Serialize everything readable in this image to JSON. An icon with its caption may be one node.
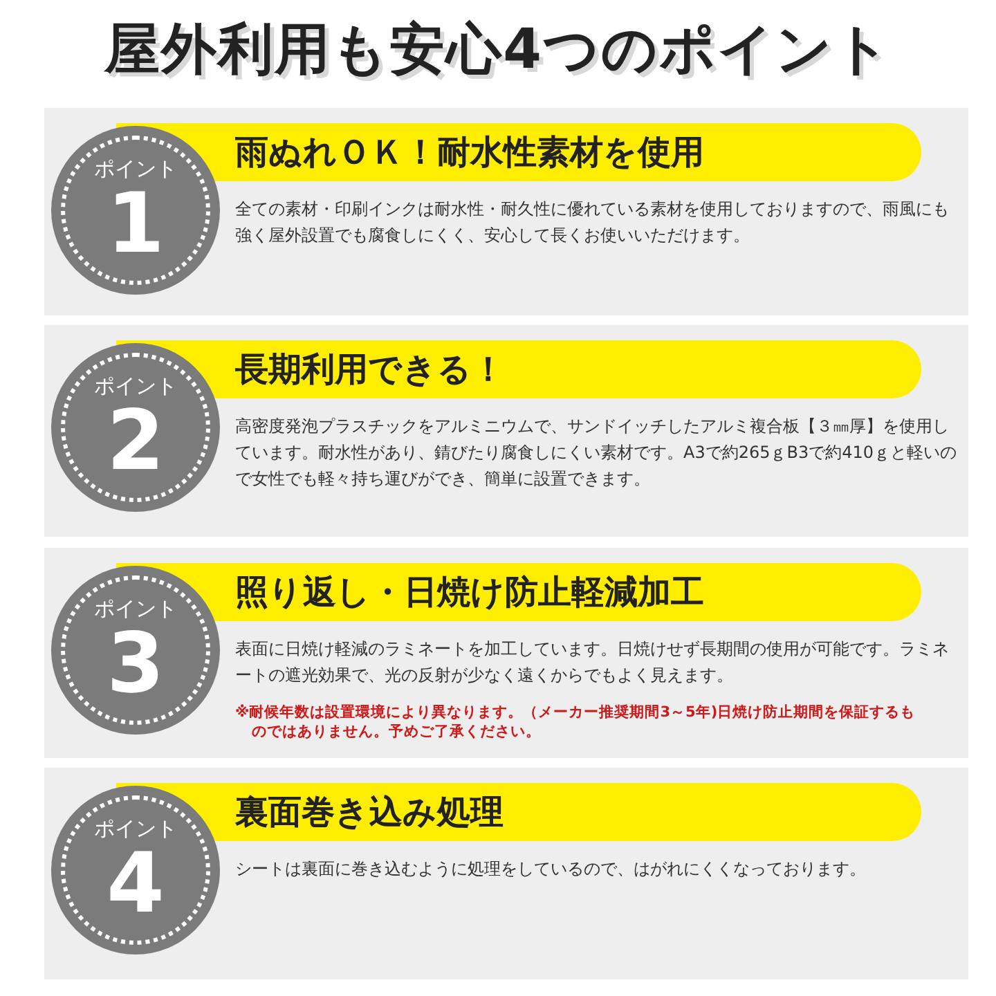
{
  "diagram": {
    "title": "屋外利用も安心4つのポイント",
    "nodes": [
      {
        "text": [
          "雨ぬれＯＫ！耐水性素材を使用",
          "全ての素材・印刷インクは耐水性・耐久性に優れている素材を使用しておりますので、雨風にも強く屋外設置でも腐食しにくく、安心して長くお使いいただけます。"
        ]
      },
      {
        "text": [
          "ポイント",
          "1"
        ],
        "in": 0
      },
      {
        "text": [
          "長期利用できる！",
          "高密度発泡プラスチックをアルミニウムで、サンドイッチしたアルミ複合板【３㎜厚】を使用しています。耐水性があり、錆びたり腐食しにくい素材です。A3で約265ｇB3で約410ｇと軽いので女性でも軽々持ち運びができ、簡単に設置できます。"
        ]
      },
      {
        "text": [
          "ポイント",
          "2"
        ],
        "in": 2
      },
      {
        "text": [
          "照り返し・日焼け防止軽減加工",
          "表面に日焼け軽減のラミネートを加工しています。日焼けせず長期間の使用が可能です。ラミネートの遮光効果で、光の反射が少なく遠くからでもよく見えます。",
          "※耐候年数は設置環境により異なります。（メーカー推奨期間3～5年)日焼け防止期間を保証するものではありません。予めご了承ください。"
        ]
      },
      {
        "text": [
          "ポイント",
          "3"
        ],
        "in": 4
      },
      {
        "text": [
          "裏面巻き込み処理",
          "シートは裏面に巻き込むように処理をしているので、はがれにくくなっております。"
        ]
      },
      {
        "text": [
          "ポイント",
          "4"
        ],
        "in": 6
      }
    ]
  }
}
